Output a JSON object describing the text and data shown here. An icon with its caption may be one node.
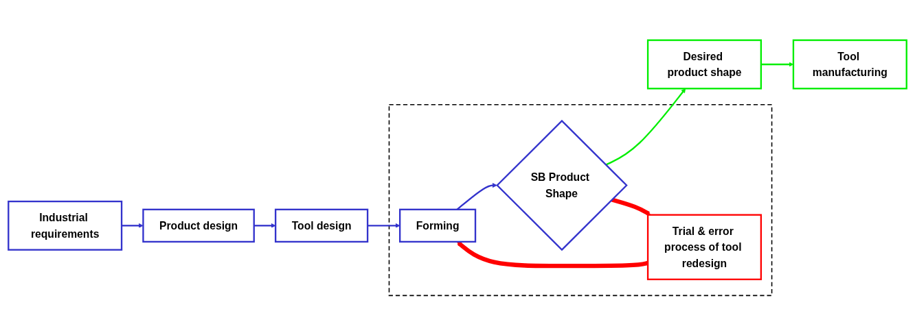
{
  "diagram": {
    "nodes": [
      {
        "text": [
          "Industrial requirements"
        ]
      },
      {
        "text": [
          "Product design"
        ]
      },
      {
        "text": [
          "Tool design"
        ]
      },
      {
        "text": [],
        "shape": "box"
      },
      {
        "text": [
          "Forming"
        ],
        "in": 3
      },
      {
        "text": [
          "SB Product Shape"
        ],
        "in": 3
      },
      {
        "text": [
          "Desired product shape"
        ]
      },
      {
        "text": [
          "Trial & error process of tool redesign"
        ],
        "in": 3
      },
      {
        "text": [
          "Tool manufacturing"
        ]
      }
    ],
    "edges": [
      {
        "from": 0,
        "to": 1,
        "arrow": "to"
      },
      {
        "from": 1,
        "to": 2,
        "arrow": "to"
      },
      {
        "from": 2,
        "to": 4,
        "arrow": "to"
      },
      {
        "from": 4,
        "to": 5,
        "arrow": "to"
      },
      {
        "from": 5,
        "to": 6,
        "arrow": "to",
        "color": "#00ee00"
      },
      {
        "from": 5,
        "to": 7,
        "arrow": "to",
        "style": "thick",
        "color": "#ff0000"
      },
      {
        "from": 7,
        "to": 4,
        "arrow": "to",
        "style": "thick",
        "color": "#ff0000"
      },
      {
        "from": 6,
        "to": 8,
        "arrow": "to",
        "color": "#00ee00"
      }
    ]
  }
}
